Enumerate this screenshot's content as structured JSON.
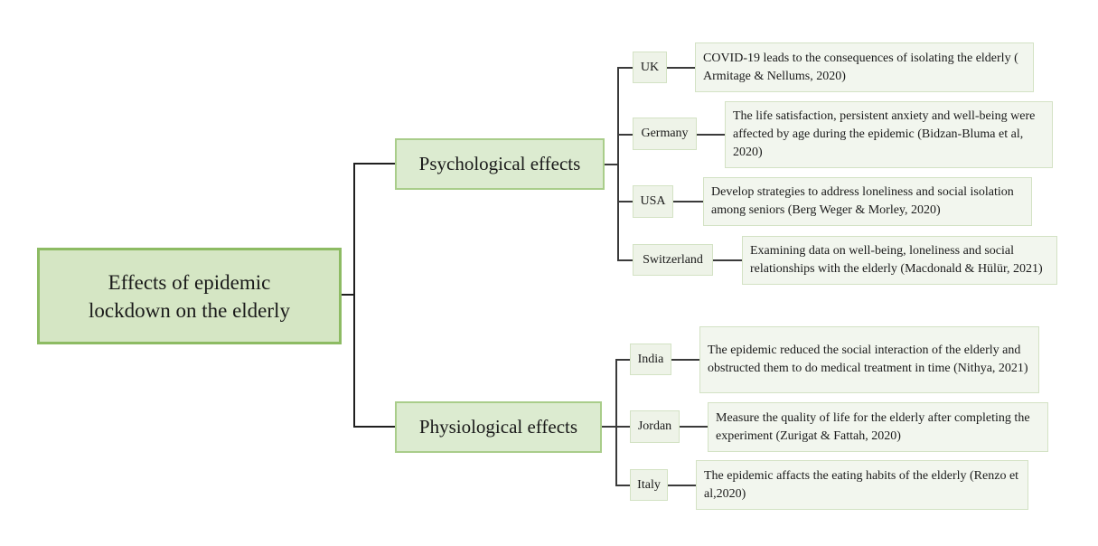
{
  "root": {
    "label": "Effects of epidemic lockdown on the elderly"
  },
  "categories": [
    {
      "label": "Psychological effects",
      "items": [
        {
          "country": "UK",
          "text": "COVID-19 leads to the consequences of isolating the elderly ( Armitage & Nellums, 2020)"
        },
        {
          "country": "Germany",
          "text": "The life satisfaction, persistent anxiety and well-being were affected by age during the epidemic (Bidzan-Bluma et al, 2020)"
        },
        {
          "country": "USA",
          "text": "Develop strategies to address loneliness and social isolation among seniors (Berg Weger & Morley, 2020)"
        },
        {
          "country": "Switzerland",
          "text": "Examining data on well-being, loneliness and social relationships with the elderly (Macdonald & Hülür, 2021)"
        }
      ]
    },
    {
      "label": "Physiological effects",
      "items": [
        {
          "country": "India",
          "text": "The epidemic reduced the social interaction of the elderly and obstructed them to do medical treatment in time (Nithya, 2021)"
        },
        {
          "country": "Jordan",
          "text": "Measure the quality of life for the elderly after completing the experiment (Zurigat & Fattah, 2020)"
        },
        {
          "country": "Italy",
          "text": " The epidemic affacts the eating habits of the elderly (Renzo et al,2020)"
        }
      ]
    }
  ],
  "colors": {
    "root_fill": "#d5e6c4",
    "root_border": "#8dbb63",
    "node_fill": "#dcebd0",
    "leaf_fill": "#f2f6ee"
  }
}
